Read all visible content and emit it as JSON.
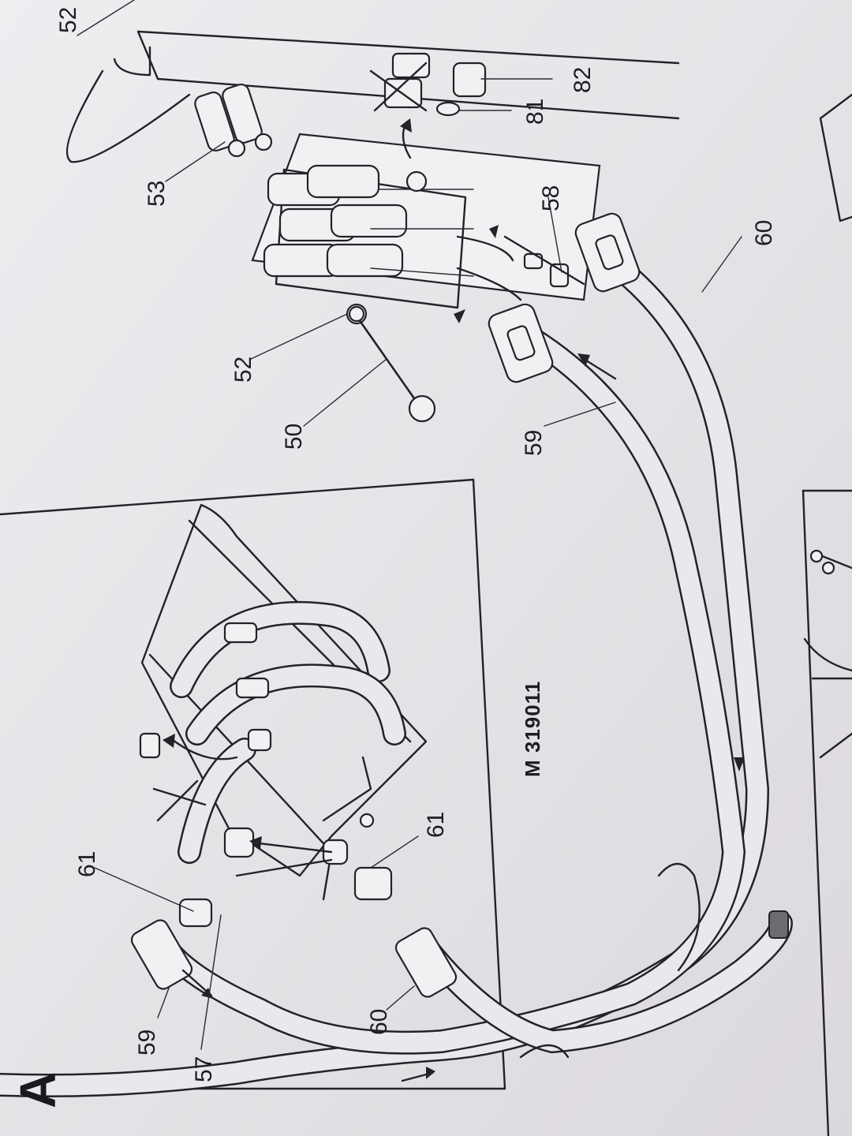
{
  "diagram": {
    "section_letter": "A",
    "drawing_id": "M 319011",
    "callouts": {
      "c52_top": "52",
      "c53": "53",
      "c82": "82",
      "c81": "81",
      "c58": "58",
      "c60_right": "60",
      "c52_mid": "52",
      "c50": "50",
      "c59_right": "59",
      "c61_top": "61",
      "c61_mid": "61",
      "c59_left": "59",
      "c60_left": "60",
      "c57": "57"
    }
  }
}
